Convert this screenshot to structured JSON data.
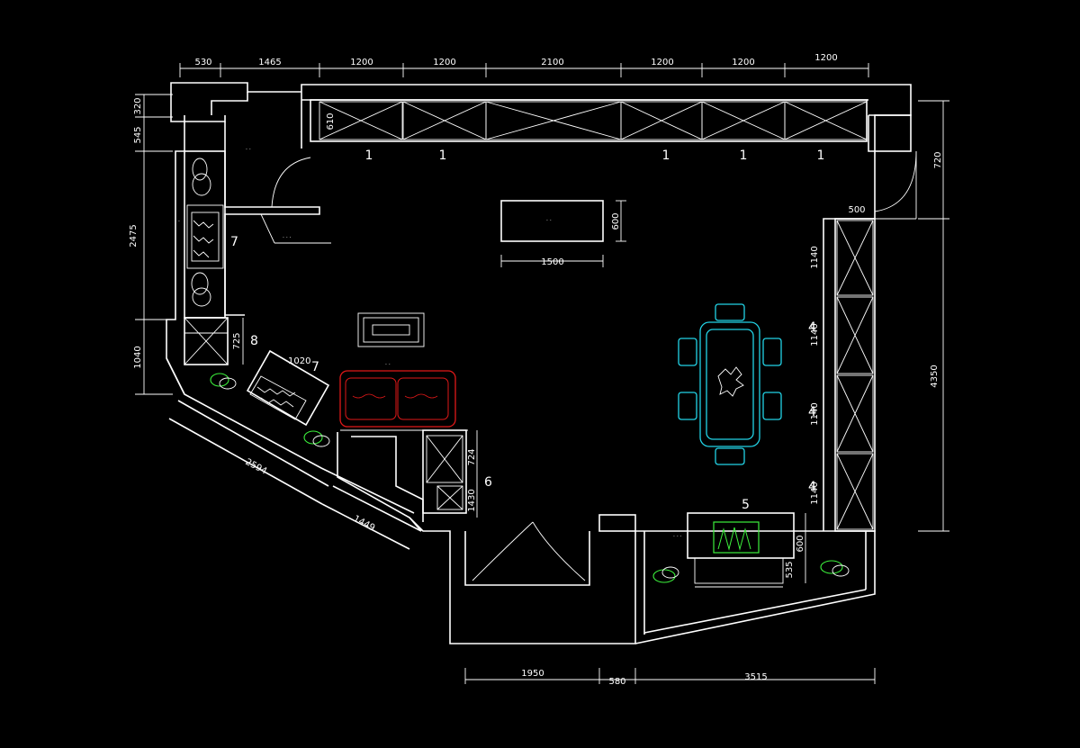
{
  "colors": {
    "background": "#000000",
    "line": "#ffffff",
    "sofa": "#e01818",
    "table": "#22d3e6",
    "plant": "#3cf03c"
  },
  "dims": {
    "top": [
      "530",
      "1465",
      "1200",
      "1200",
      "2100",
      "1200",
      "1200",
      "1200"
    ],
    "bottom": [
      "1950",
      "580",
      "3515"
    ],
    "left": [
      "320",
      "545",
      "2475",
      "1040"
    ],
    "right": [
      "720",
      "4350"
    ],
    "cabinet_depth": "610",
    "side_w": "500",
    "side_cabinets": [
      "1140",
      "1140",
      "1140",
      "1140"
    ],
    "island_w": "1500",
    "island_h": "600",
    "diag1": "2594",
    "diag2": "1449",
    "angled": "1020",
    "left_unit": "725",
    "display_w": "724",
    "display_h": "1430",
    "display_v": "600",
    "display_v2": "535"
  },
  "labels": {
    "one": "1",
    "four": "4",
    "five": "5",
    "six": "6",
    "seven": "7",
    "eight": "8"
  }
}
